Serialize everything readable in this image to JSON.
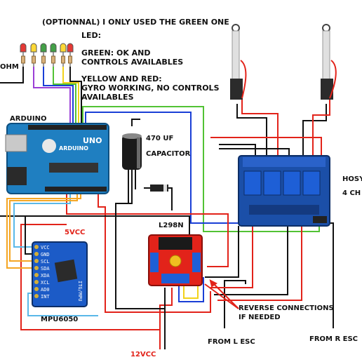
{
  "notes": {
    "optional": "(OPTIONNAL) I ONLY USED THE GREEN ONE",
    "led_title": "LED:",
    "green_line1": "GREEN: OK  AND",
    "green_line2": "CONTROLS AVAILABLES",
    "yr_line1": "YELLOW AND RED:",
    "yr_line2": "GYRO WORKING, NO CONTROLS",
    "yr_line3": "AVAILABLES"
  },
  "labels": {
    "ohm": "OHM",
    "arduino": "ARDUINO",
    "capacitor_line1": "470 UF",
    "capacitor_line2": "CAPACITOR",
    "l298n": "L298N",
    "relay_line1": "HOSY",
    "relay_line2": "4 CH",
    "five_vcc": "5VCC",
    "twelve_vcc": "12VCC",
    "mpu": "MPU6050",
    "reverse_line1": "REVERSE CONNECTIONS",
    "reverse_line2": "IF NEEDED",
    "from_l_esc": "FROM L ESC",
    "from_r_esc": "FROM R ESC"
  },
  "board_text": {
    "uno": "UNO",
    "arduino_logo": "ARDUINO",
    "mpu_pins": [
      "VCC",
      "GND",
      "SCL",
      "SDA",
      "XDA",
      "XCL",
      "AD0",
      "INT"
    ],
    "mpu_chip": "ITG/MPU"
  },
  "led_colors": [
    "#e53935",
    "#fdd835",
    "#43a047",
    "#43a047",
    "#fdd835",
    "#e53935"
  ],
  "wire_colors": {
    "red": "#e2231a",
    "black": "#111111",
    "green": "#52c234",
    "blue": "#1a3fd6",
    "orange": "#f5a623",
    "cyan": "#5ab8e8",
    "yellow": "#f2d21b",
    "purple": "#9b3fd6"
  }
}
